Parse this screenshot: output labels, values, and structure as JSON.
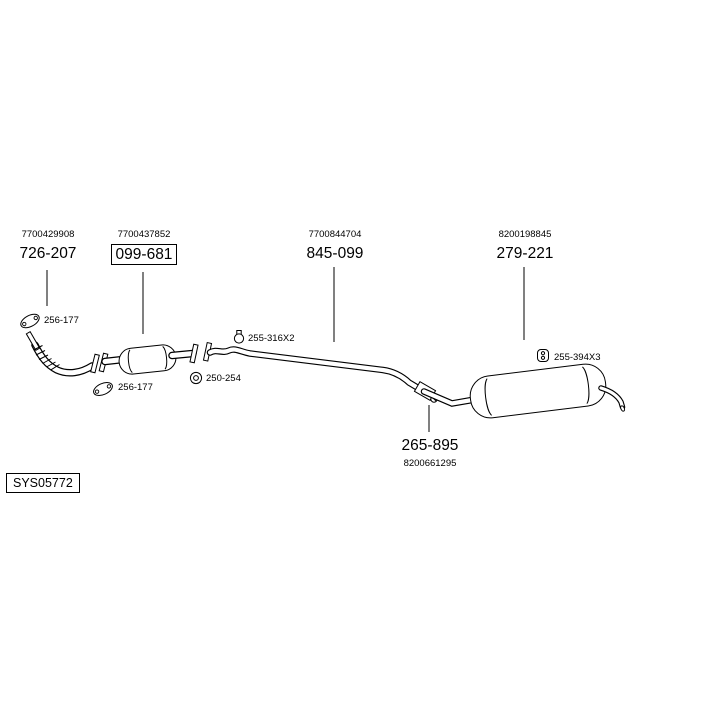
{
  "groups": [
    {
      "oem": "7700429908",
      "part": "726-207"
    },
    {
      "oem": "7700437852",
      "part": "099-681"
    },
    {
      "oem": "7700844704",
      "part": "845-099"
    },
    {
      "oem": "8200198845",
      "part": "279-221"
    }
  ],
  "joint": {
    "part": "265-895",
    "oem": "8200661295"
  },
  "components": {
    "gasket_front": "256-177",
    "gasket_cat": "256-177",
    "ring_gasket": "250-254",
    "clamp": "255-316X2",
    "hanger": "255-394X3"
  },
  "system_code": "SYS05772",
  "colors": {
    "line": "#000000",
    "background": "#ffffff"
  }
}
